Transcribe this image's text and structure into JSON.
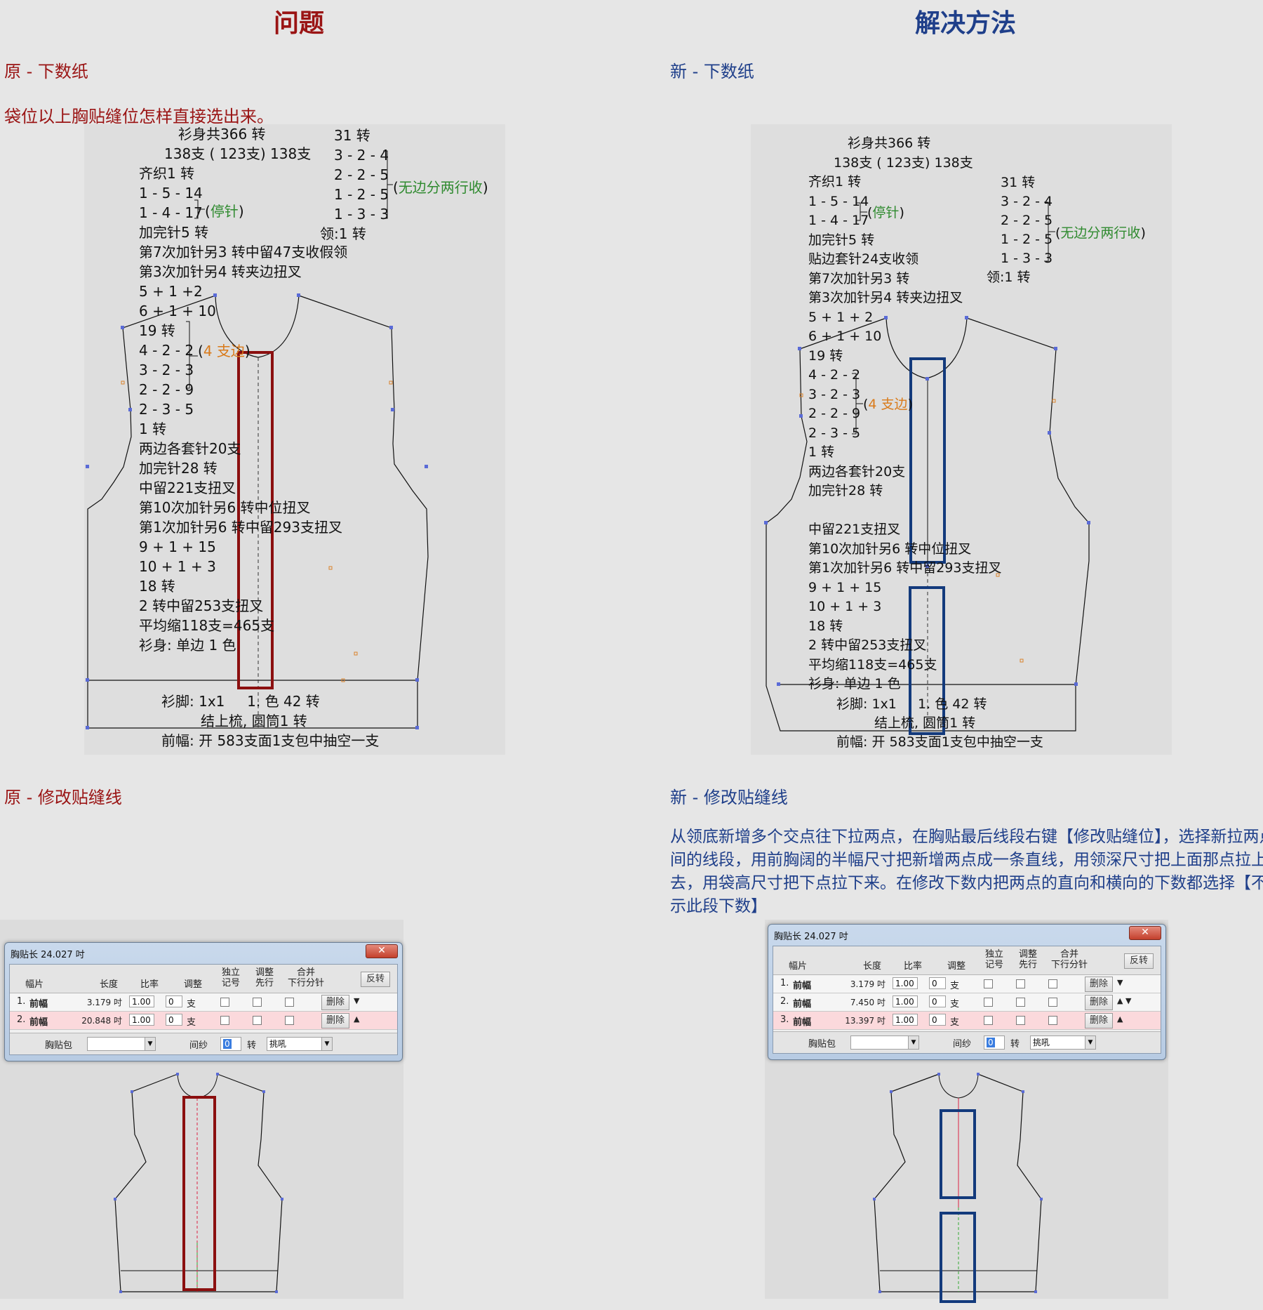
{
  "headings": {
    "problem": "问题",
    "solution": "解决方法"
  },
  "left": {
    "sub1": "原 - 下数纸",
    "desc": "袋位以上胸贴缝位怎样直接选出来。",
    "sub2": "原 - 修改贴缝线"
  },
  "right": {
    "sub1": "新 - 下数纸",
    "sub2": "新 - 修改贴缝线",
    "para": "从领底新增多个交点往下拉两点，在胸贴最后线段右键【修改贴缝位】，选择新拉两点之间的线段，用前胸阔的半幅尺寸把新增两点成一条直线，用领深尺寸把上面那点拉上去，用袋高尺寸把下点拉下来。在修改下数内把两点的直向和横向的下数都选择【不显示此段下数】"
  },
  "pattern_left": {
    "lines": [
      "衫身共366 转",
      "138支 ( 123支) 138支",
      "齐织1 转",
      "1 - 5 - 14",
      "1 - 4 - 17",
      "加完针5 转",
      "第7次加针另3 转中留47支收假领",
      "第3次加针另4 转夹边扭叉",
      "5 + 1 +2",
      "6 + 1 + 10",
      "19 转",
      "4 - 2 - 2",
      "3 - 2 - 3",
      "2 - 2 - 9",
      "2 - 3 - 5",
      "1 转",
      "两边各套针20支",
      "加完针28 转",
      "中留221支扭叉",
      "第10次加针另6 转中位扭叉",
      "第1次加针另6 转中留293支扭叉",
      "9 + 1 + 15",
      "10 + 1 + 3",
      "18 转",
      "2 转中留253支扭叉",
      "平均缩118支=465支",
      "衫身: 单边 1 色"
    ],
    "right_lines": [
      "31 转",
      "3 - 2 - 4",
      "2 - 2 - 5",
      "1 - 2 - 5",
      "1 - 3 - 3",
      "领:1 转"
    ],
    "note_stop": "停针",
    "note_dec": "无边分两行收",
    "note_edge": "4 支边",
    "foot1": "衫脚: 1x1     1. 色 42 转",
    "foot2": "结上梳, 圆筒1 转",
    "foot3": "前幅: 开 583支面1支包中抽空一支"
  },
  "pattern_right": {
    "lines": [
      "衫身共366 转",
      "138支 ( 123支) 138支",
      "齐织1 转",
      "1 - 5 - 14",
      "1 - 4 - 17",
      "加完针5 转",
      "贴边套针24支收领",
      "第7次加针另3 转",
      "第3次加针另4 转夹边扭叉",
      "5 + 1 + 2",
      "6 + 1 + 10",
      "19 转",
      "4 - 2 - 2",
      "3 - 2 - 3",
      "2 - 2 - 9",
      "2 - 3 - 5",
      "1 转",
      "两边各套针20支",
      "加完针28 转",
      "",
      "中留221支扭叉",
      "第10次加针另6 转中位扭叉",
      "第1次加针另6 转中留293支扭叉",
      "9 + 1 + 15",
      "10 + 1 + 3",
      "18 转",
      "2 转中留253支扭叉",
      "平均缩118支=465支",
      "衫身: 单边 1 色"
    ],
    "right_lines": [
      "31 转",
      "3 - 2 - 4",
      "2 - 2 - 5",
      "1 - 2 - 5",
      "1 - 3 - 3",
      "领:1 转"
    ],
    "note_stop": "停针",
    "note_dec": "无边分两行收",
    "note_edge": "4 支边",
    "foot1": "衫脚: 1x1     1. 色 42 转",
    "foot2": "结上梳, 圆筒1 转",
    "foot3": "前幅: 开 583支面1支包中抽空一支"
  },
  "dialog": {
    "title": "胸贴长  24.027 吋",
    "close": "✕",
    "headers": {
      "piece": "幅片",
      "length": "长度",
      "ratio": "比率",
      "adjust": "调整",
      "mark": "独立\n记号",
      "first": "调整\n先行",
      "merge": "合并\n下行分针",
      "reverse": "反转"
    },
    "unit": "支",
    "delete": "删除",
    "footer_label": "胸贴包",
    "gap_label": "间纱",
    "gap_value": "0",
    "turn": "转",
    "select_value": "挑吼"
  },
  "dialog_left_rows": [
    {
      "no": "1.",
      "piece": "前幅",
      "length": "3.179 吋",
      "ratio": "1.00",
      "adj": "0",
      "arrows": "▼"
    },
    {
      "no": "2.",
      "piece": "前幅",
      "length": "20.848 吋",
      "ratio": "1.00",
      "adj": "0",
      "arrows": "▲"
    }
  ],
  "dialog_right_rows": [
    {
      "no": "1.",
      "piece": "前幅",
      "length": "3.179 吋",
      "ratio": "1.00",
      "adj": "0",
      "arrows": "▼"
    },
    {
      "no": "2.",
      "piece": "前幅",
      "length": "7.450 吋",
      "ratio": "1.00",
      "adj": "0",
      "arrows": "▲ ▼"
    },
    {
      "no": "3.",
      "piece": "前幅",
      "length": "13.397 吋",
      "ratio": "1.00",
      "adj": "0",
      "arrows": "▲"
    }
  ],
  "colors": {
    "red_title": "#9a1414",
    "blue_title": "#1f3f8a",
    "highlight_red": "#8b0f0f",
    "highlight_blue": "#133a7c"
  }
}
